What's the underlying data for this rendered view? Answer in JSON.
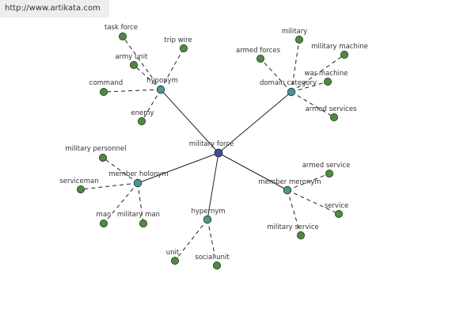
{
  "watermark": {
    "text": "http://www.artikata.com"
  },
  "colors": {
    "root_node": "#3a4c9c",
    "relation_node": "#4a9696",
    "leaf_node": "#4f8a3f",
    "node_stroke": "#1e2e1e",
    "edge": "#222222"
  },
  "graph": {
    "root": {
      "id": "military-force",
      "label": "military force"
    },
    "relations": [
      {
        "id": "hyponym",
        "label": "hyponym",
        "leaves": [
          {
            "id": "task-force",
            "label": "task force"
          },
          {
            "id": "trip-wire",
            "label": "trip wire"
          },
          {
            "id": "army-unit",
            "label": "army unit"
          },
          {
            "id": "command",
            "label": "command"
          },
          {
            "id": "enemy",
            "label": "enemy"
          }
        ]
      },
      {
        "id": "domain-category",
        "label": "domain category",
        "leaves": [
          {
            "id": "military",
            "label": "military"
          },
          {
            "id": "armed-forces",
            "label": "armed forces"
          },
          {
            "id": "military-machine",
            "label": "military machine"
          },
          {
            "id": "war-machine",
            "label": "war machine"
          },
          {
            "id": "armed-services",
            "label": "armed services"
          }
        ]
      },
      {
        "id": "member-holonym",
        "label": "member holonym",
        "leaves": [
          {
            "id": "military-personnel",
            "label": "military personnel"
          },
          {
            "id": "serviceman",
            "label": "serviceman"
          },
          {
            "id": "man",
            "label": "man"
          },
          {
            "id": "military-man",
            "label": "military man"
          }
        ]
      },
      {
        "id": "member-meronym",
        "label": "member meronym",
        "leaves": [
          {
            "id": "armed-service",
            "label": "armed service"
          },
          {
            "id": "service",
            "label": "service"
          },
          {
            "id": "military-service",
            "label": "military service"
          }
        ]
      },
      {
        "id": "hypernym",
        "label": "hypernym",
        "leaves": [
          {
            "id": "unit",
            "label": "unit"
          },
          {
            "id": "social-unit",
            "label": "social unit"
          }
        ]
      }
    ]
  }
}
